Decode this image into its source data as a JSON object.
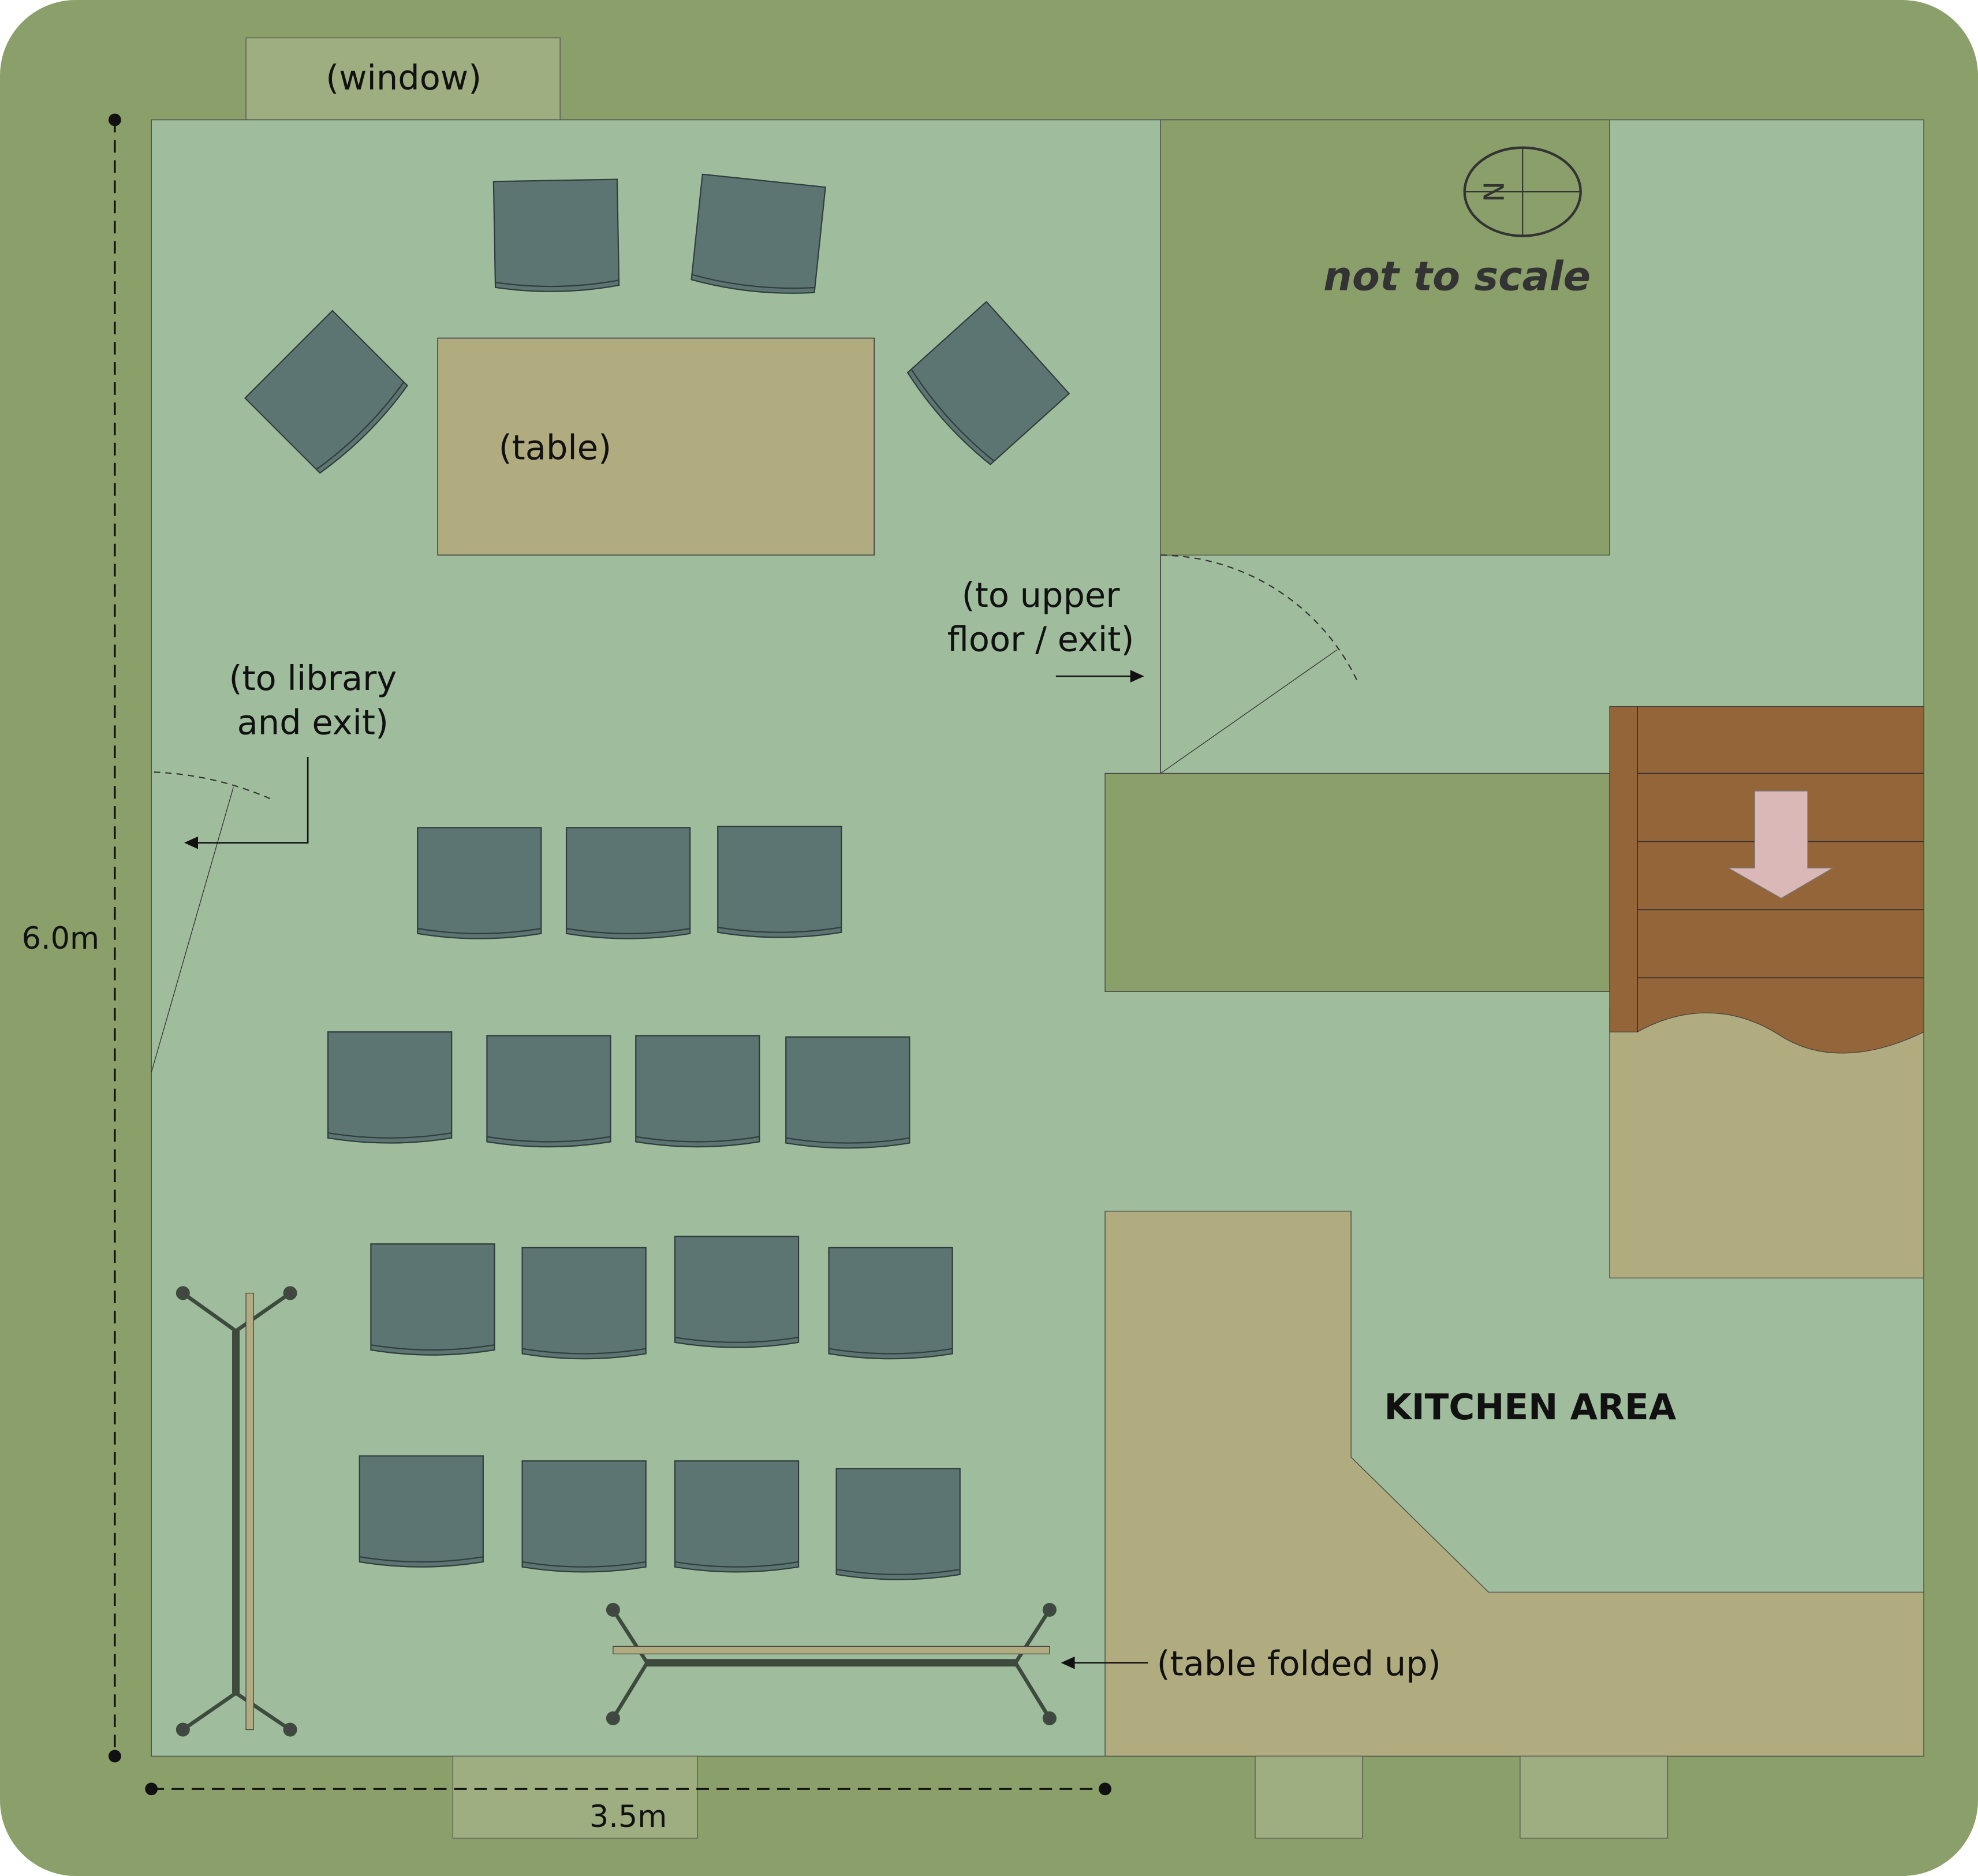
{
  "labels": {
    "window": "(window)",
    "table": "(table)",
    "upper_floor": [
      "(to upper",
      "floor / exit)"
    ],
    "library": [
      "(to library",
      "and exit)"
    ],
    "not_to_scale": "not to scale",
    "compass_n": "N",
    "kitchen": "KITCHEN AREA",
    "table_folded": "(table folded up)",
    "dim_height": "6.0m",
    "dim_width": "3.5m"
  },
  "colors": {
    "outer": "#8a9f6a",
    "floor": "#9fbd9d",
    "table": "#b0ac80",
    "chair": "#5c7472",
    "stairs": "#95653a",
    "stairs_arrow": "#dbb8b8",
    "window": "#9eae80"
  }
}
